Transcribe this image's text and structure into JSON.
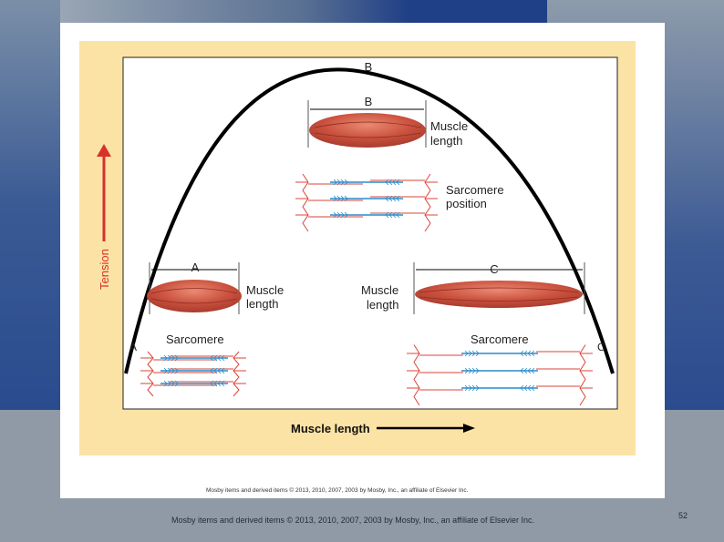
{
  "figure": {
    "top_label_b": "B",
    "label_b": "B",
    "label_a": "A",
    "label_c": "C",
    "curve_label_a": "A",
    "curve_label_c": "C",
    "muscle_length_b": [
      "Muscle",
      "length"
    ],
    "muscle_length_a": [
      "Muscle",
      "length"
    ],
    "muscle_length_c": [
      "Muscle",
      "length"
    ],
    "sarcomere_position": [
      "Sarcomere",
      "position"
    ],
    "sarcomere_a": "Sarcomere",
    "sarcomere_c": "Sarcomere",
    "y_axis_label": "Tension",
    "x_axis_label": "Muscle length",
    "caption": "Mosby items and derived items © 2013, 2010, 2007, 2003 by Mosby, Inc., an affiliate of Elsevier Inc."
  },
  "footer": {
    "text": "Mosby items and derived items © 2013, 2010, 2007, 2003 by Mosby, Inc., an affiliate of Elsevier Inc.",
    "page_number": "52"
  },
  "colors": {
    "figure_bg": "#fbe3a6",
    "muscle": "#c44a3a",
    "actin": "#d9463a",
    "myosin": "#2a8bc9",
    "arrow": "#d8312a"
  }
}
